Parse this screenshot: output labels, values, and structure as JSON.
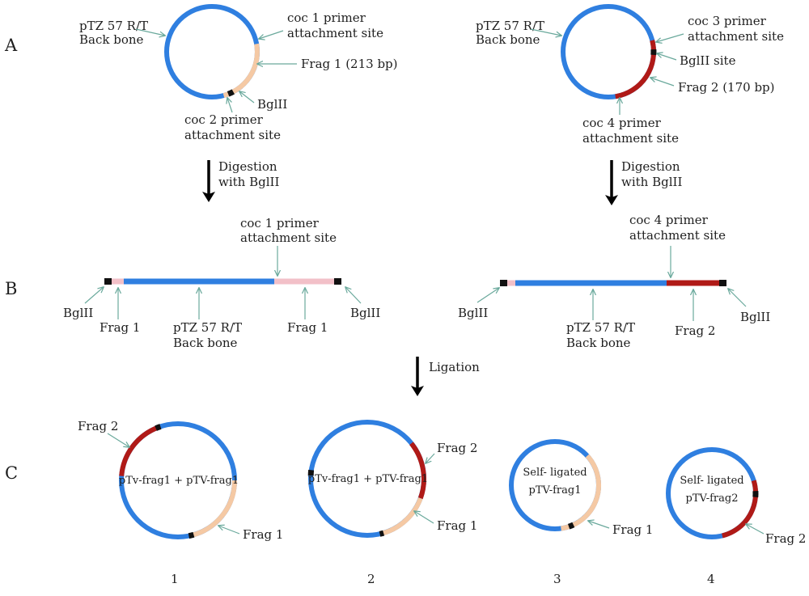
{
  "sections": {
    "a": "A",
    "b": "B",
    "c": "C"
  },
  "colors": {
    "backbone": "#2f7fe0",
    "frag1_circle": "#f5c9a4",
    "frag1_linear": "#f2c0c8",
    "frag2": "#b01a17",
    "bglii_site": "#111111",
    "pointer_arrow": "#6aa99c",
    "process_arrow": "#000000"
  },
  "panel_a": {
    "left": {
      "backbone": [
        "pTZ 57 R/T",
        "Back bone"
      ],
      "primer_top": [
        "coc 1 primer",
        "attachment site"
      ],
      "frag": "Frag 1 (213 bp)",
      "site": "BglII",
      "primer_bottom": [
        "coc 2 primer",
        "attachment site"
      ]
    },
    "right": {
      "backbone": [
        "pTZ 57 R/T",
        "Back bone"
      ],
      "primer_top": [
        "coc 3 primer",
        "attachment site"
      ],
      "site": "BglII site",
      "frag": "Frag 2 (170 bp)",
      "primer_bottom": [
        "coc 4 primer",
        "attachment site"
      ]
    }
  },
  "steps": {
    "digestion": [
      "Digestion",
      "with BglII"
    ],
    "ligation": "Ligation"
  },
  "panel_b": {
    "left": {
      "primer": [
        "coc 1 primer",
        "attachment site"
      ],
      "site_left": "BglII",
      "frag_left": "Frag 1",
      "backbone": [
        "pTZ 57 R/T",
        "Back bone"
      ],
      "frag_right": "Frag 1",
      "site_right": "BglII"
    },
    "right": {
      "primer": [
        "coc 4 primer",
        "attachment site"
      ],
      "site_left": "BglII",
      "backbone": [
        "pTZ 57 R/T",
        "Back bone"
      ],
      "frag": "Frag 2",
      "site_right": "BglII"
    }
  },
  "panel_c": [
    {
      "number": "1",
      "inner": [
        "pTv-frag1 + pTV-frag1"
      ],
      "frag2": "Frag 2",
      "frag1": "Frag 1"
    },
    {
      "number": "2",
      "inner": [
        "pTv-frag1 + pTV-frag1"
      ],
      "frag2": "Frag 2",
      "frag1": "Frag 1"
    },
    {
      "number": "3",
      "inner": [
        "Self- ligated",
        "pTV-frag1"
      ],
      "frag1": "Frag 1"
    },
    {
      "number": "4",
      "inner": [
        "Self- ligated",
        "pTV-frag2"
      ],
      "frag2": "Frag 2"
    }
  ]
}
